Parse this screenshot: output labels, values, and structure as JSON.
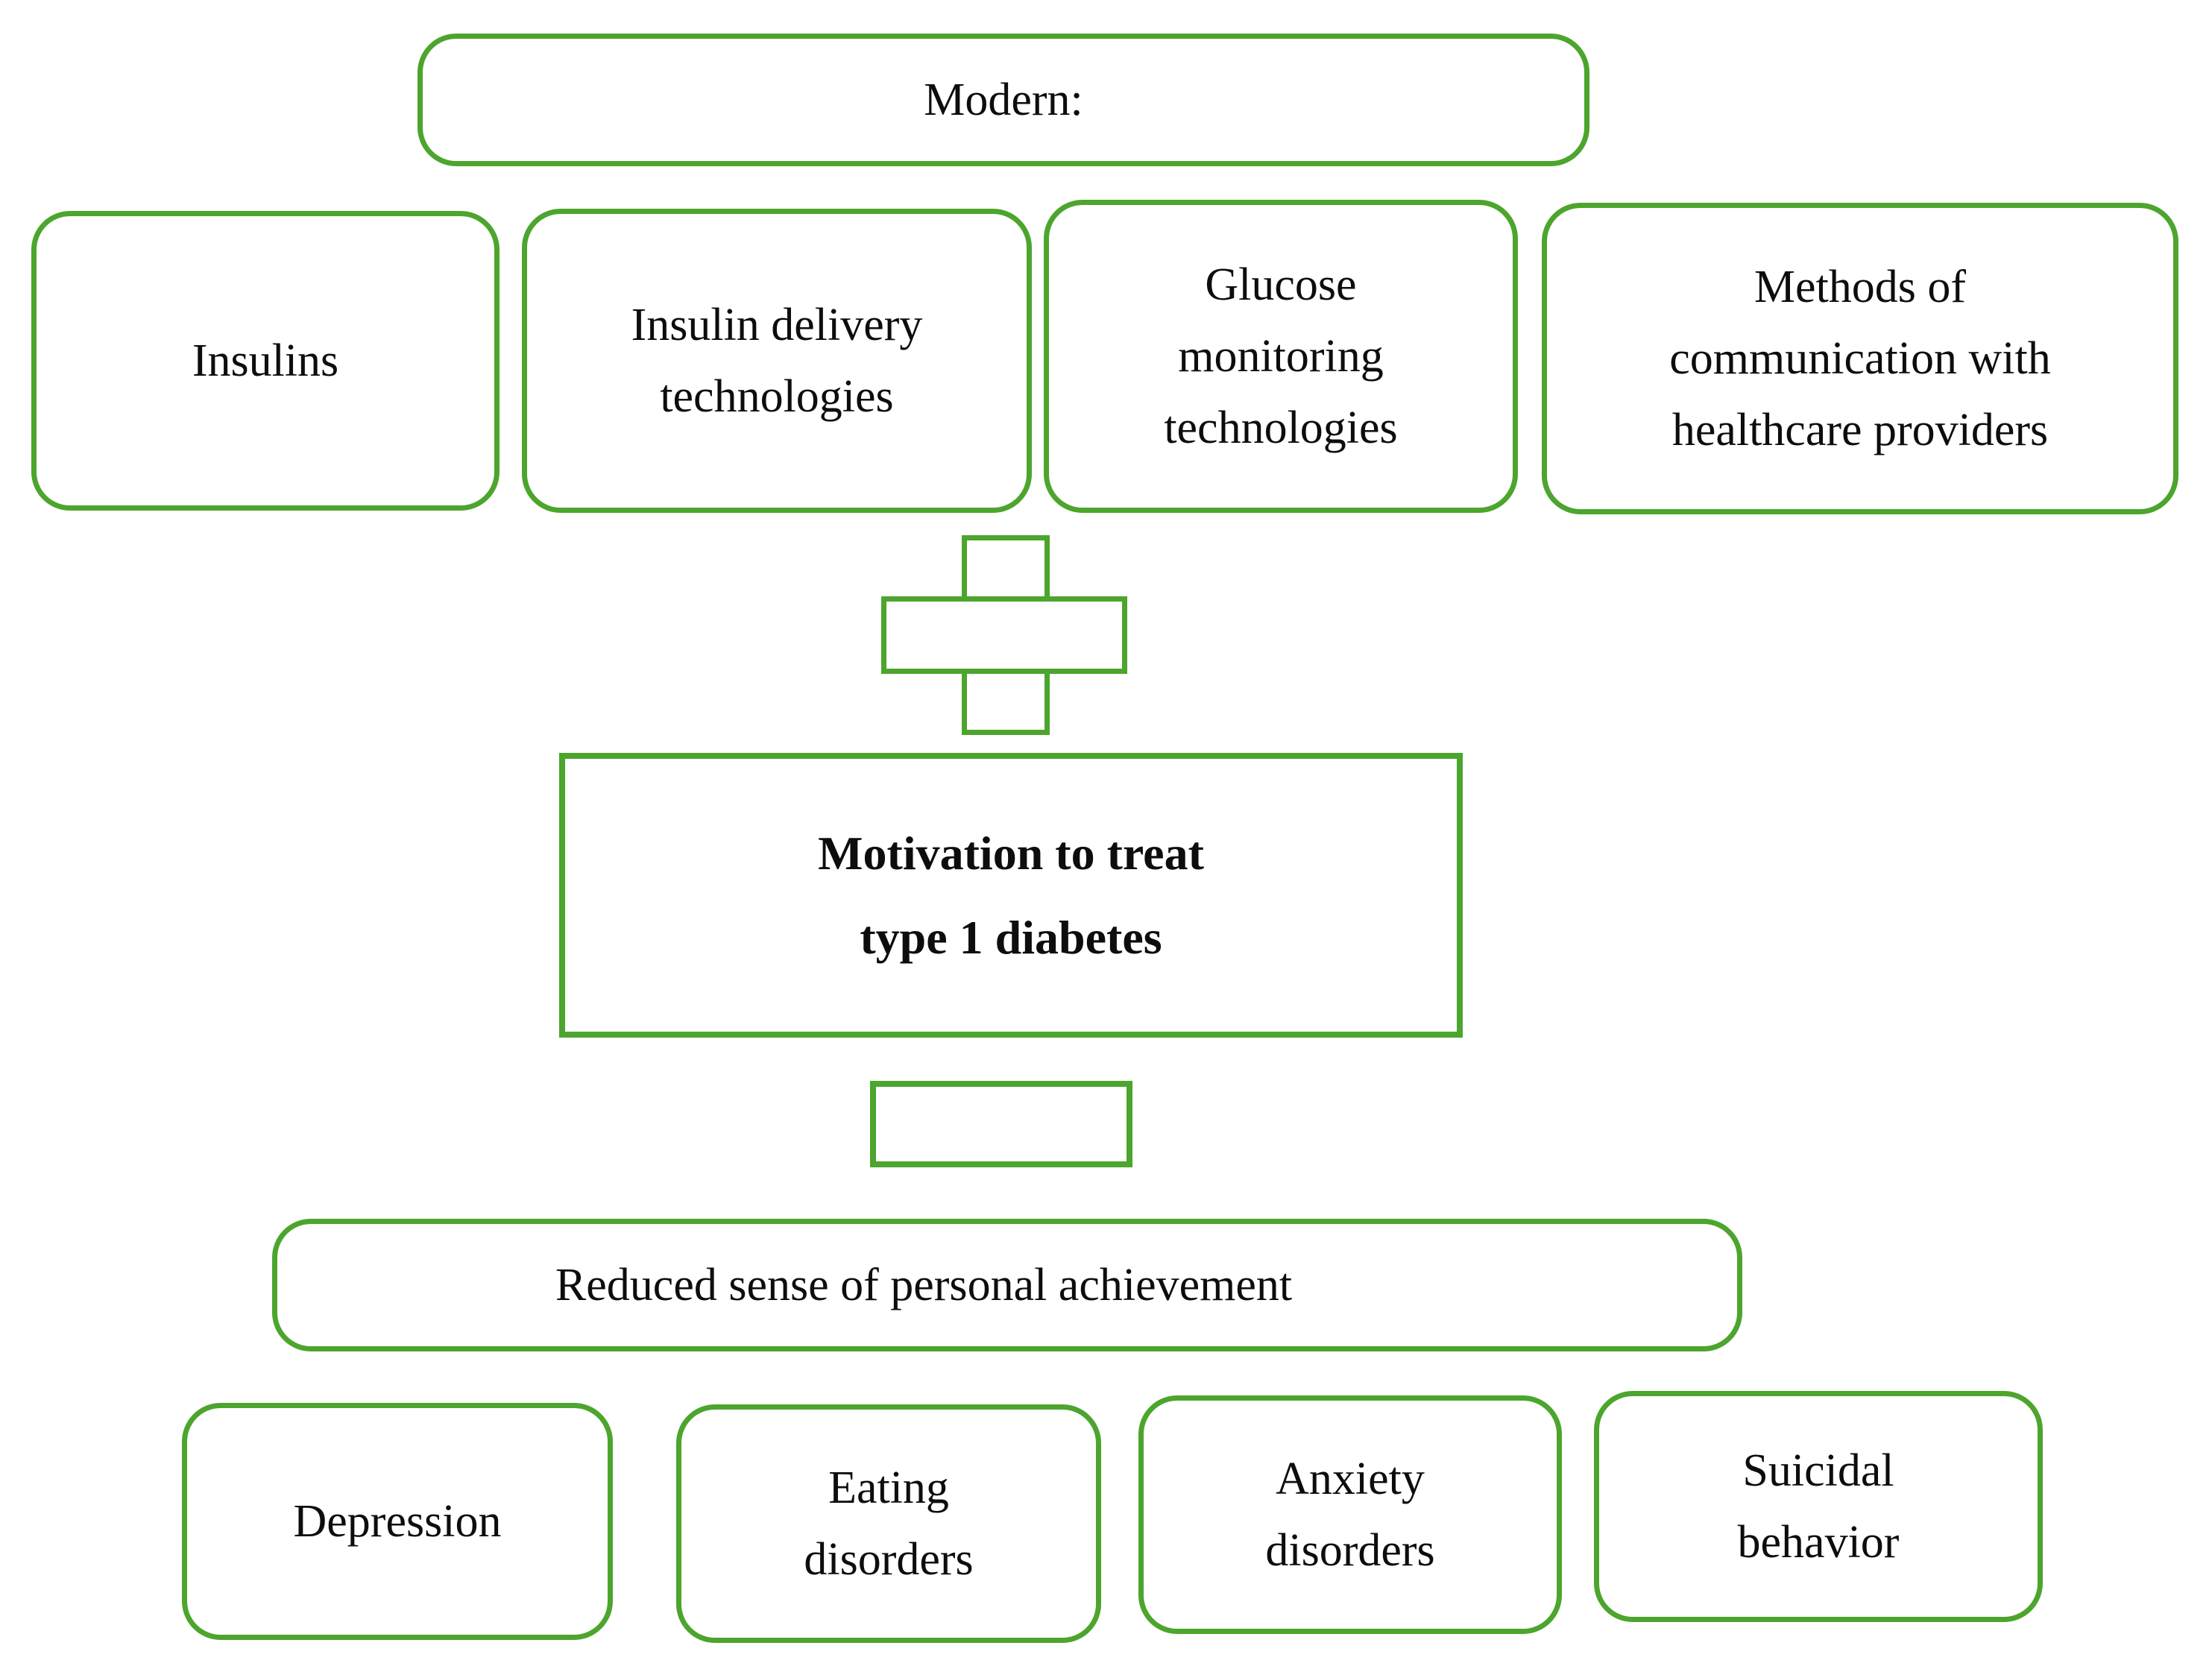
{
  "diagram": {
    "title": "Modern:",
    "accent_color": "#4ca52d",
    "text_color": "#0d0d0d",
    "background_color": "#ffffff",
    "header": {
      "label": "Modern:"
    },
    "pillars": [
      {
        "label": "Insulins"
      },
      {
        "label": "Insulin delivery\ntechnologies"
      },
      {
        "label": "Glucose\nmonitoring\ntechnologies"
      },
      {
        "label": "Methods of\ncommunication with\nhealthcare providers"
      }
    ],
    "operator": {
      "symbol": "plus",
      "icon_name": "plus-icon"
    },
    "core": {
      "line1": "Motivation to treat",
      "line2": "type 1 diabetes"
    },
    "connector": {
      "label": ""
    },
    "consequence": {
      "label": "Reduced sense of personal achievement"
    },
    "outcomes": [
      {
        "label": "Depression"
      },
      {
        "label": "Eating\ndisorders"
      },
      {
        "label": "Anxiety\ndisorders"
      },
      {
        "label": "Suicidal\nbehavior"
      }
    ]
  }
}
